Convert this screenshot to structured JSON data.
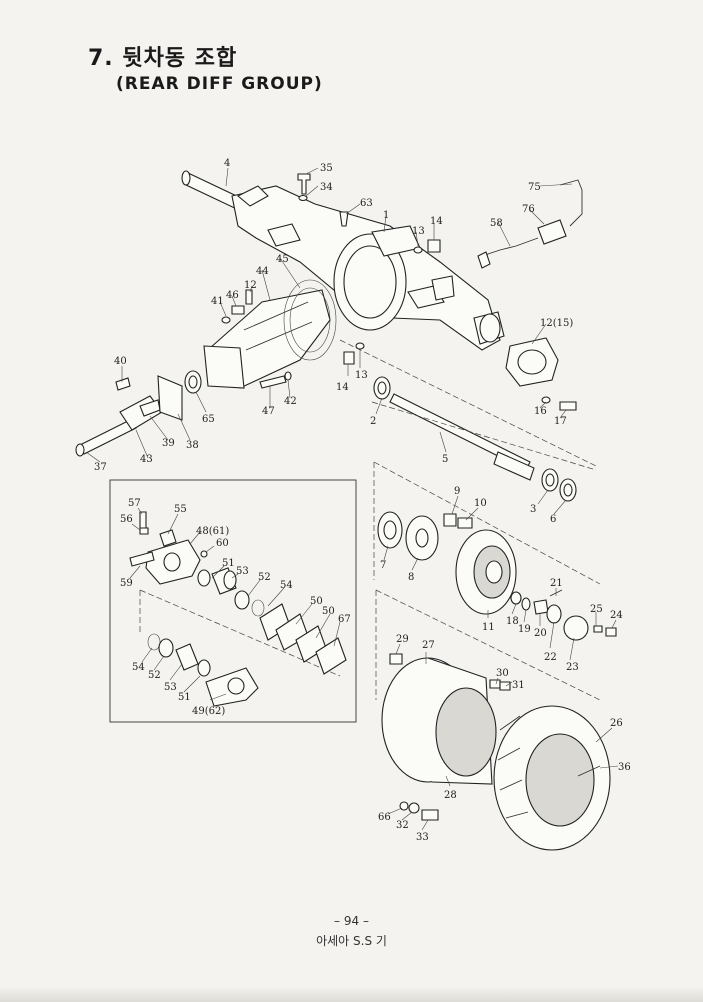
{
  "header": {
    "title_ko": "7. 뒷차동 조합",
    "title_en": "(REAR DIFF GROUP)"
  },
  "callouts": {
    "c1": "1",
    "c2": "2",
    "c3": "3",
    "c4": "4",
    "c5": "5",
    "c6": "6",
    "c7": "7",
    "c8": "8",
    "c9": "9",
    "c10": "10",
    "c11": "11",
    "c12": "12",
    "c12_15": "12(15)",
    "c13a": "13",
    "c13b": "13",
    "c14a": "14",
    "c14b": "14",
    "c16": "16",
    "c17": "17",
    "c18": "18",
    "c19": "19",
    "c20": "20",
    "c21": "21",
    "c22": "22",
    "c23": "23",
    "c24": "24",
    "c25": "25",
    "c26": "26",
    "c27": "27",
    "c28": "28",
    "c29": "29",
    "c30": "30",
    "c31": "31",
    "c32": "32",
    "c33": "33",
    "c34": "34",
    "c35": "35",
    "c36": "36",
    "c37": "37",
    "c38": "38",
    "c39": "39",
    "c40": "40",
    "c41": "41",
    "c42": "42",
    "c43": "43",
    "c44": "44",
    "c45": "45",
    "c46": "46",
    "c47": "47",
    "c48_61": "48(61)",
    "c49_62": "49(62)",
    "c50a": "50",
    "c50b": "50",
    "c51a": "51",
    "c51b": "51",
    "c52a": "52",
    "c52b": "52",
    "c53a": "53",
    "c53b": "53",
    "c54a": "54",
    "c54b": "54",
    "c55": "55",
    "c56": "56",
    "c57": "57",
    "c58": "58",
    "c59": "59",
    "c60": "60",
    "c63": "63",
    "c65": "65",
    "c66": "66",
    "c67": "67",
    "c75": "75",
    "c76": "76"
  },
  "footer": {
    "page_number": "– 94 –",
    "publisher": "아세아 S.S 기"
  }
}
